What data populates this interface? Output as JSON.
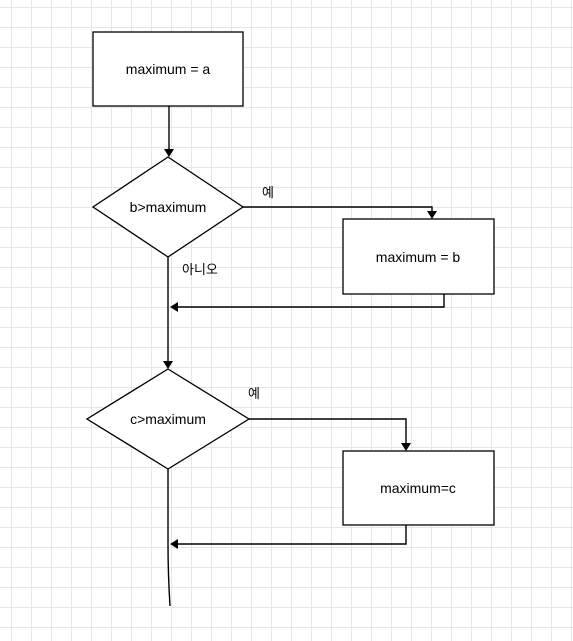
{
  "nodes": {
    "init": "maximum = a",
    "cond_b": "b>maximum",
    "assign_b": "maximum = b",
    "cond_c": "c>maximum",
    "assign_c": "maximum=c"
  },
  "edge_labels": {
    "b_yes": "예",
    "b_no": "아니오",
    "c_yes": "예"
  }
}
